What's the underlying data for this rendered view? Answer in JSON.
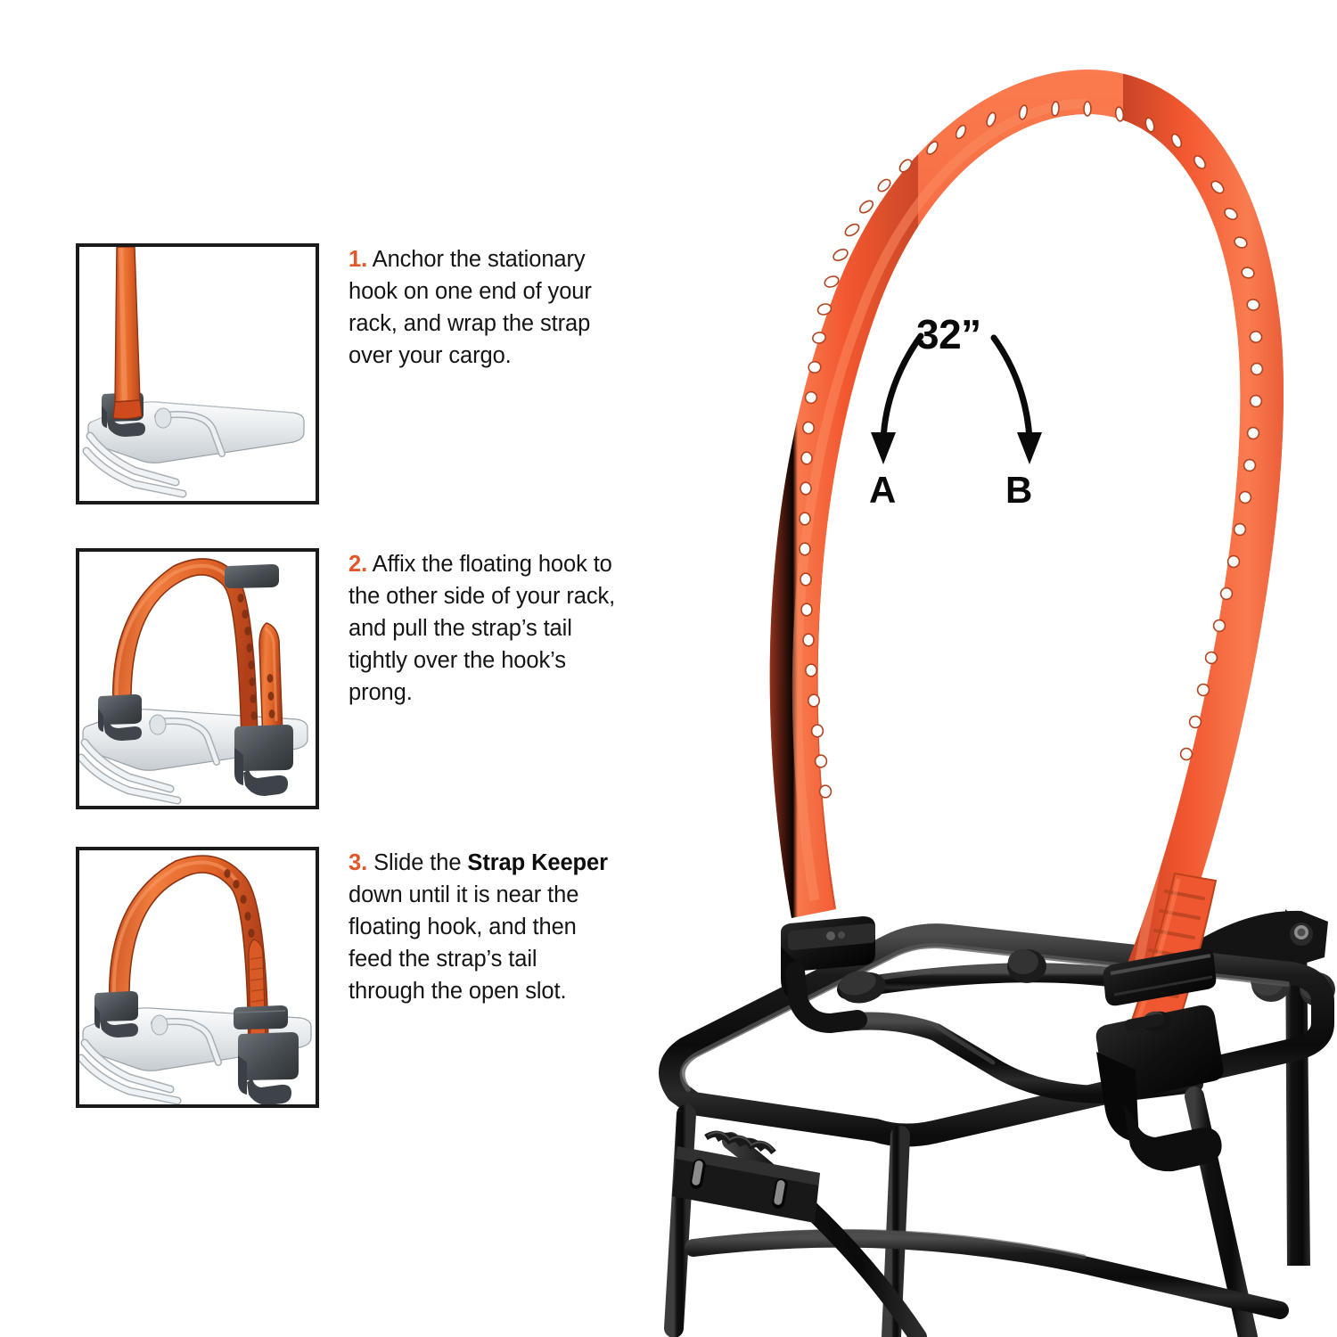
{
  "page": {
    "background": "#ffffff",
    "product": "hook strap on bicycle rack instruction graphic"
  },
  "colors": {
    "strap_orange": "#f0532f",
    "strap_orange_light": "#f87a52",
    "strap_orange_dark": "#c93c18",
    "step_number_orange": "#e2572a",
    "hardware_black": "#1d1d1d",
    "rack_black": "#121212",
    "rack_highlight": "#5a5a5a",
    "thumb_rack_gray": "#d9dcdf",
    "thumb_hook_gray": "#4a5054",
    "text_black": "#141414",
    "panel_border": "#1a1a1a"
  },
  "steps": [
    {
      "number": "1.",
      "text": "Anchor the stationary hook on one end of your rack, and wrap the strap over your cargo.",
      "thumbnail_name": "step-1-illustration"
    },
    {
      "number": "2.",
      "text": "Affix the floating hook to the other side of your rack, and pull the strap’s tail tightly over the hook’s prong.",
      "thumbnail_name": "step-2-illustration"
    },
    {
      "number": "3.",
      "text_before": "Slide the ",
      "bold": "Strap Keeper",
      "text_after": " down until it is near the floating hook, and then feed the strap’s tail through the open slot.",
      "number_text": "3.",
      "thumbnail_name": "step-3-illustration"
    }
  ],
  "callout": {
    "measurement": "32”",
    "point_a": "A",
    "point_b": "B",
    "arrow_a_name": "arrow-to-point-a",
    "arrow_b_name": "arrow-to-point-b"
  },
  "hero": {
    "description": "Orange perforated hook strap arched over a black bicycle rack",
    "strap_hole_count": 44,
    "components": [
      "stationary-hook",
      "floating-hook",
      "strap-keeper",
      "strap-tail",
      "bike-rack"
    ]
  }
}
